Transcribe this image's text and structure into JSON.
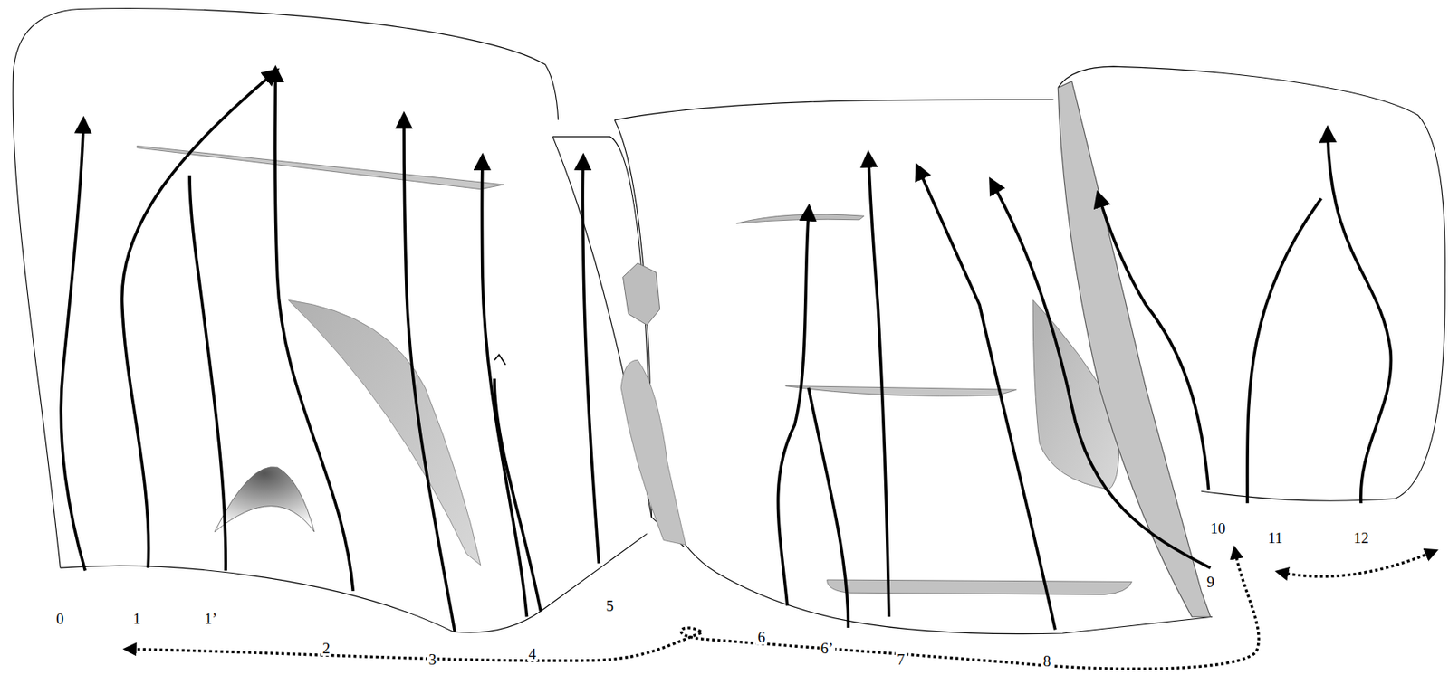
{
  "diagram": {
    "labels": [
      "0",
      "1",
      "1’",
      "2",
      "3",
      "4",
      "5",
      "6",
      "6’",
      "7",
      "8",
      "9",
      "10",
      "11",
      "12"
    ]
  }
}
